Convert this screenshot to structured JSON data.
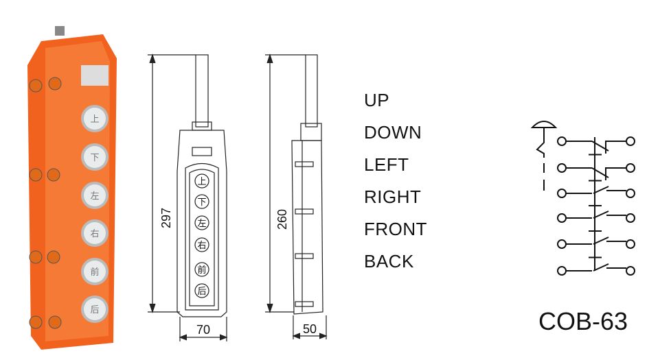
{
  "pendant_buttons": [
    "上",
    "下",
    "左",
    "右",
    "前",
    "后"
  ],
  "dimensions": {
    "front_height": "297",
    "side_height": "260",
    "front_width": "70",
    "side_width": "50"
  },
  "functions": [
    "UP",
    "DOWN",
    "LEFT",
    "RIGHT",
    "FRONT",
    "BACK"
  ],
  "model": "COB-63",
  "colors": {
    "housing": "#f0621e",
    "button": "#e8ecec",
    "line": "#111111"
  }
}
